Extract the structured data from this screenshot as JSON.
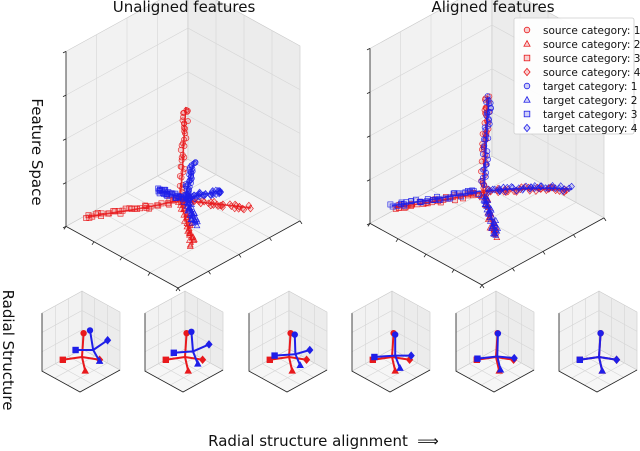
{
  "figure": {
    "titles": [
      "Unaligned features",
      "Aligned features"
    ],
    "row_labels": [
      "Feature Space",
      "Radial Structure"
    ],
    "bottom_label": "Radial structure alignment",
    "bottom_arrow": "⟹"
  },
  "colors": {
    "source": "#e8191c",
    "target": "#1f1fe8",
    "pane": "#f2f2f2",
    "grid": "#d6d6d6"
  },
  "chart_data": [
    {
      "type": "scatter",
      "title": "Unaligned features",
      "ylabel": "Feature Space",
      "legend": [],
      "series": [
        {
          "domain": "source",
          "category": 1,
          "marker": "circle",
          "points": [
            [
              0.0,
              0.0
            ],
            [
              0.02,
              0.28
            ],
            [
              0.03,
              0.55
            ],
            [
              0.04,
              0.78
            ],
            [
              0.05,
              0.95
            ]
          ]
        },
        {
          "domain": "source",
          "category": 2,
          "marker": "triangle",
          "points": [
            [
              0.0,
              0.0
            ],
            [
              0.03,
              -0.12
            ],
            [
              0.06,
              -0.25
            ],
            [
              0.09,
              -0.36
            ],
            [
              0.11,
              -0.46
            ]
          ]
        },
        {
          "domain": "source",
          "category": 3,
          "marker": "square",
          "points": [
            [
              0.0,
              0.0
            ],
            [
              -0.18,
              -0.05
            ],
            [
              -0.4,
              -0.1
            ],
            [
              -0.62,
              -0.14
            ],
            [
              -0.78,
              -0.17
            ]
          ]
        },
        {
          "domain": "source",
          "category": 4,
          "marker": "diamond",
          "points": [
            [
              0.0,
              0.0
            ],
            [
              0.15,
              -0.02
            ],
            [
              0.3,
              -0.04
            ],
            [
              0.45,
              -0.06
            ],
            [
              0.6,
              -0.08
            ]
          ]
        },
        {
          "domain": "target",
          "category": 1,
          "marker": "circle",
          "points": [
            [
              0.05,
              0.02
            ],
            [
              0.06,
              0.1
            ],
            [
              0.08,
              0.2
            ],
            [
              0.1,
              0.3
            ],
            [
              0.12,
              0.4
            ]
          ]
        },
        {
          "domain": "target",
          "category": 2,
          "marker": "triangle",
          "points": [
            [
              0.05,
              0.02
            ],
            [
              0.07,
              -0.05
            ],
            [
              0.09,
              -0.12
            ],
            [
              0.11,
              -0.18
            ],
            [
              0.13,
              -0.24
            ]
          ]
        },
        {
          "domain": "target",
          "category": 3,
          "marker": "square",
          "points": [
            [
              0.05,
              0.02
            ],
            [
              -0.02,
              0.04
            ],
            [
              -0.08,
              0.06
            ],
            [
              -0.14,
              0.08
            ],
            [
              -0.2,
              0.1
            ]
          ]
        },
        {
          "domain": "target",
          "category": 4,
          "marker": "diamond",
          "points": [
            [
              0.05,
              0.02
            ],
            [
              0.13,
              0.04
            ],
            [
              0.21,
              0.06
            ],
            [
              0.29,
              0.08
            ],
            [
              0.36,
              0.1
            ]
          ]
        }
      ]
    },
    {
      "type": "scatter",
      "title": "Aligned features",
      "legend": [
        "source category: 1",
        "source category: 2",
        "source category: 3",
        "source category: 4",
        "target category: 1",
        "target category: 2",
        "target category: 3",
        "target category: 4"
      ],
      "legend_position": "top-right",
      "series": [
        {
          "domain": "source",
          "category": 1,
          "marker": "circle",
          "points": [
            [
              0.0,
              0.0
            ],
            [
              0.01,
              0.3
            ],
            [
              0.02,
              0.58
            ],
            [
              0.03,
              0.8
            ],
            [
              0.04,
              0.98
            ]
          ]
        },
        {
          "domain": "source",
          "category": 2,
          "marker": "triangle",
          "points": [
            [
              0.0,
              0.0
            ],
            [
              0.03,
              -0.12
            ],
            [
              0.06,
              -0.24
            ],
            [
              0.08,
              -0.36
            ],
            [
              0.1,
              -0.46
            ]
          ]
        },
        {
          "domain": "source",
          "category": 3,
          "marker": "square",
          "points": [
            [
              0.0,
              0.0
            ],
            [
              -0.18,
              -0.05
            ],
            [
              -0.38,
              -0.09
            ],
            [
              -0.58,
              -0.13
            ],
            [
              -0.74,
              -0.16
            ]
          ]
        },
        {
          "domain": "source",
          "category": 4,
          "marker": "diamond",
          "points": [
            [
              0.0,
              0.0
            ],
            [
              0.18,
              0.02
            ],
            [
              0.36,
              0.03
            ],
            [
              0.54,
              0.03
            ],
            [
              0.72,
              0.02
            ]
          ]
        },
        {
          "domain": "target",
          "category": 1,
          "marker": "circle",
          "points": [
            [
              0.01,
              0.05
            ],
            [
              0.02,
              0.32
            ],
            [
              0.03,
              0.58
            ],
            [
              0.04,
              0.8
            ],
            [
              0.05,
              0.96
            ]
          ]
        },
        {
          "domain": "target",
          "category": 2,
          "marker": "triangle",
          "points": [
            [
              0.01,
              -0.02
            ],
            [
              0.04,
              -0.13
            ],
            [
              0.07,
              -0.25
            ],
            [
              0.09,
              -0.35
            ],
            [
              0.11,
              -0.44
            ]
          ]
        },
        {
          "domain": "target",
          "category": 3,
          "marker": "square",
          "points": [
            [
              -0.02,
              0.01
            ],
            [
              -0.2,
              -0.03
            ],
            [
              -0.4,
              -0.07
            ],
            [
              -0.6,
              -0.11
            ],
            [
              -0.76,
              -0.14
            ]
          ]
        },
        {
          "domain": "target",
          "category": 4,
          "marker": "diamond",
          "points": [
            [
              0.02,
              0.01
            ],
            [
              0.2,
              0.03
            ],
            [
              0.38,
              0.04
            ],
            [
              0.56,
              0.04
            ],
            [
              0.74,
              0.03
            ]
          ]
        }
      ]
    },
    {
      "type": "line",
      "ylabel": "Radial Structure",
      "xlabel": "Radial structure alignment",
      "note": "six small 3D panels; each category centroid joined to the domain center",
      "panels": [
        {
          "source": {
            "center": [
              0.0,
              0.0
            ],
            "categories": [
              [
                0.05,
                0.85
              ],
              [
                0.1,
                -0.5
              ],
              [
                -0.6,
                -0.1
              ],
              [
                0.55,
                -0.1
              ]
            ]
          },
          "target": {
            "center": [
              0.35,
              0.25
            ],
            "categories": [
              [
                0.25,
                0.95
              ],
              [
                0.55,
                -0.15
              ],
              [
                -0.2,
                0.25
              ],
              [
                0.8,
                0.6
              ]
            ]
          }
        },
        {
          "source": {
            "center": [
              0.0,
              0.0
            ],
            "categories": [
              [
                0.05,
                0.85
              ],
              [
                0.1,
                -0.5
              ],
              [
                -0.6,
                -0.1
              ],
              [
                0.55,
                -0.1
              ]
            ]
          },
          "target": {
            "center": [
              0.25,
              0.2
            ],
            "categories": [
              [
                0.2,
                0.9
              ],
              [
                0.4,
                -0.25
              ],
              [
                -0.35,
                0.15
              ],
              [
                0.75,
                0.45
              ]
            ]
          }
        },
        {
          "source": {
            "center": [
              0.0,
              0.0
            ],
            "categories": [
              [
                0.05,
                0.85
              ],
              [
                0.1,
                -0.5
              ],
              [
                -0.6,
                -0.1
              ],
              [
                0.55,
                -0.1
              ]
            ]
          },
          "target": {
            "center": [
              0.2,
              0.1
            ],
            "categories": [
              [
                0.18,
                0.8
              ],
              [
                0.35,
                -0.3
              ],
              [
                -0.45,
                0.05
              ],
              [
                0.65,
                0.25
              ]
            ]
          }
        },
        {
          "source": {
            "center": [
              0.0,
              0.0
            ],
            "categories": [
              [
                0.05,
                0.85
              ],
              [
                0.1,
                -0.5
              ],
              [
                -0.6,
                -0.1
              ],
              [
                0.55,
                -0.1
              ]
            ]
          },
          "target": {
            "center": [
              0.1,
              0.05
            ],
            "categories": [
              [
                0.1,
                0.8
              ],
              [
                0.25,
                -0.4
              ],
              [
                -0.55,
                0.0
              ],
              [
                0.6,
                0.05
              ]
            ]
          }
        },
        {
          "source": {
            "center": [
              0.0,
              0.0
            ],
            "categories": [
              [
                0.05,
                0.85
              ],
              [
                0.1,
                -0.5
              ],
              [
                -0.6,
                -0.1
              ],
              [
                0.55,
                -0.1
              ]
            ]
          },
          "target": {
            "center": [
              0.04,
              0.02
            ],
            "categories": [
              [
                0.06,
                0.84
              ],
              [
                0.14,
                -0.46
              ],
              [
                -0.58,
                -0.06
              ],
              [
                0.57,
                -0.04
              ]
            ]
          }
        },
        {
          "source": {
            "center": [
              0.0,
              0.0
            ],
            "categories": [
              [
                0.05,
                0.85
              ],
              [
                0.1,
                -0.5
              ],
              [
                -0.6,
                -0.1
              ],
              [
                0.55,
                -0.1
              ]
            ]
          },
          "target": {
            "center": [
              0.0,
              0.0
            ],
            "categories": [
              [
                0.05,
                0.85
              ],
              [
                0.1,
                -0.5
              ],
              [
                -0.6,
                -0.1
              ],
              [
                0.55,
                -0.1
              ]
            ]
          }
        }
      ]
    }
  ]
}
